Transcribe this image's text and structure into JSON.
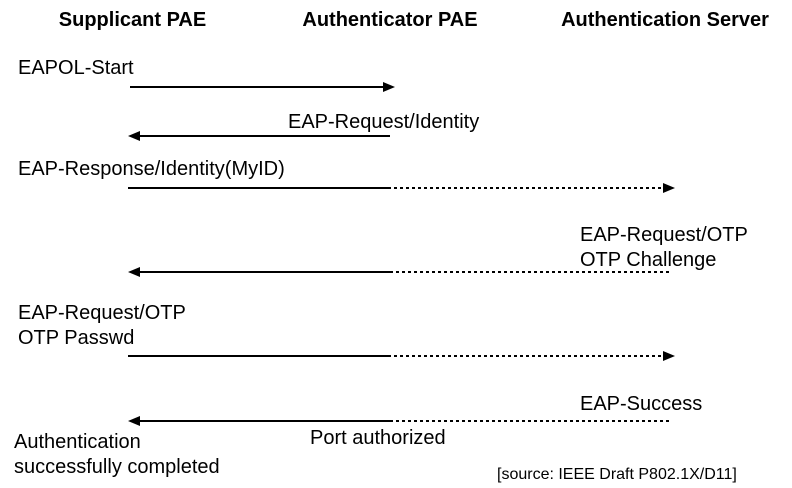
{
  "colors": {
    "ink": "#000000",
    "background": "#ffffff"
  },
  "diagram": {
    "actors": [
      {
        "label": "Supplicant PAE"
      },
      {
        "label": "Authenticator PAE"
      },
      {
        "label": "Authentication Server"
      }
    ],
    "messages": [
      {
        "label": "EAPOL-Start",
        "from": "supplicant",
        "to": "authenticator",
        "line": "solid",
        "direction": "right"
      },
      {
        "label": "EAP-Request/Identity",
        "from": "authenticator",
        "to": "supplicant",
        "line": "solid",
        "direction": "left"
      },
      {
        "label": "EAP-Response/Identity(MyID)",
        "from": "supplicant",
        "to": "server",
        "line": "solid-then-dashed",
        "direction": "right"
      },
      {
        "label": "EAP-Request/OTP",
        "label2": "OTP Challenge",
        "from": "server",
        "to": "supplicant",
        "line": "dashed-then-solid",
        "direction": "left"
      },
      {
        "label": "EAP-Request/OTP",
        "label2": "OTP Passwd",
        "from": "supplicant",
        "to": "server",
        "line": "solid-then-dashed",
        "direction": "right"
      },
      {
        "label": "EAP-Success",
        "from": "server",
        "to": "supplicant",
        "line": "dashed-then-solid",
        "direction": "left"
      }
    ],
    "notes": {
      "port_authorized": "Port authorized",
      "completion_line1": "Authentication",
      "completion_line2": "successfully completed",
      "source": "[source: IEEE Draft P802.1X/D11]"
    }
  }
}
